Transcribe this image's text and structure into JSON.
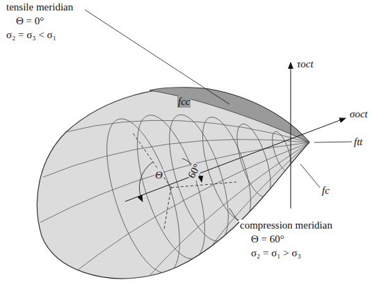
{
  "diagram": {
    "labels": [
      "tensile meridian",
      "Θ = 0°",
      "σ₂ = σ₃ < σ₁",
      "fcc",
      "τoct",
      "σoct",
      "ftt",
      "Θ",
      "60°",
      "fc",
      "compression meridian",
      "Θ = 60°",
      "σ₂ = σ₁ > σ₃"
    ]
  }
}
